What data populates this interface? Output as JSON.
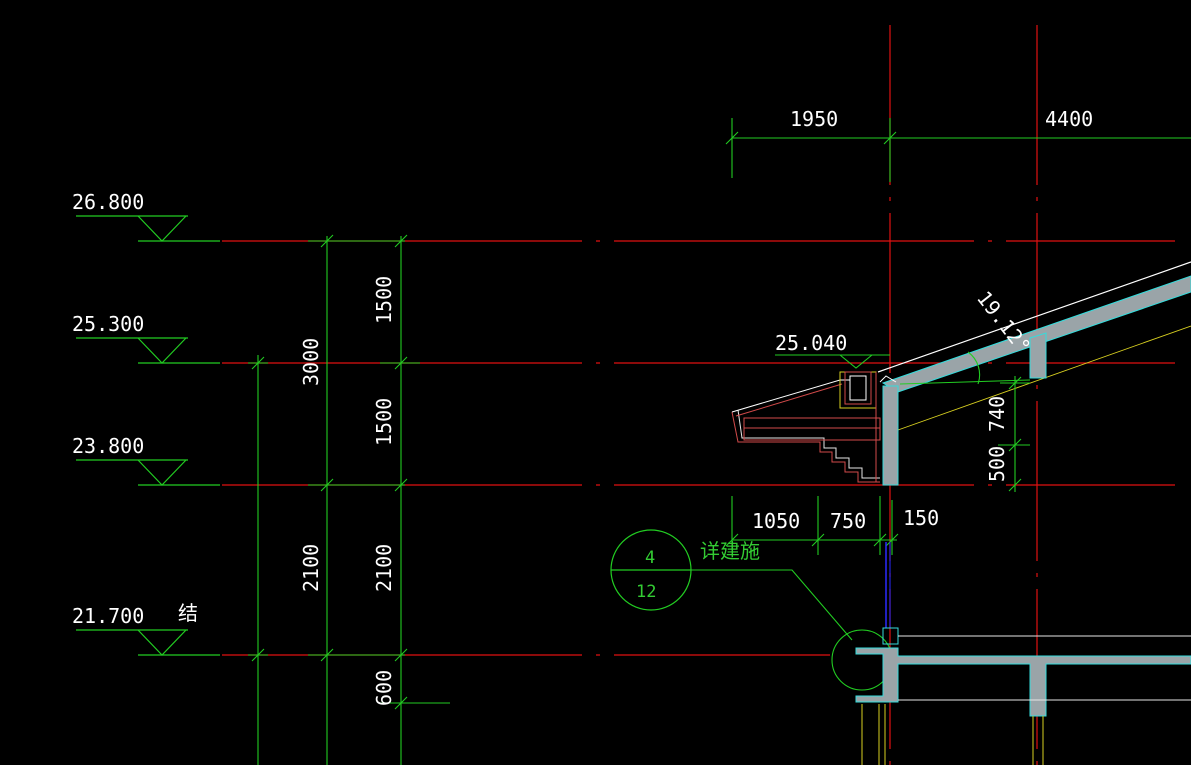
{
  "drawing": {
    "colors": {
      "background": "#000000",
      "axis": "#e01010",
      "dimension": "#22cc22",
      "structure": "#9aa4a8",
      "outline": "#33dddd",
      "detail": "#d24a4a",
      "roof": "#ffffff",
      "yellow": "#d8d020",
      "text": "#ffffff"
    },
    "levels": [
      {
        "label": "26.800"
      },
      {
        "label": "25.300"
      },
      {
        "label": "23.800"
      },
      {
        "label": "21.700"
      }
    ],
    "structure_note": "结",
    "top_dims": {
      "left": "1950",
      "right": "4400"
    },
    "vertical_dims_outer": [
      "3000",
      "2100"
    ],
    "vertical_dims_inner": [
      "1500",
      "1500",
      "2100",
      "600"
    ],
    "eave_level": "25.040",
    "roof_angle": "19.12°",
    "right_dims": [
      "740",
      "500"
    ],
    "horizontal_dims": [
      "1050",
      "750",
      "150"
    ],
    "detail_callout": {
      "number": "4",
      "sheet": "12",
      "note": "详建施"
    }
  }
}
